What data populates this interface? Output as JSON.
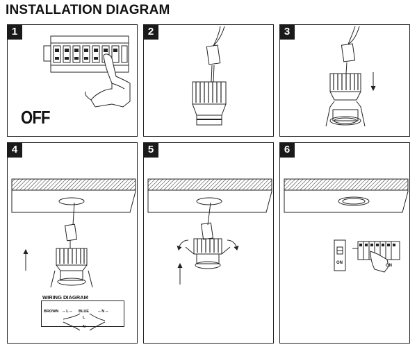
{
  "title": "INSTALLATION DIAGRAM",
  "steps": [
    {
      "number": "1",
      "caption": "OFF"
    },
    {
      "number": "2"
    },
    {
      "number": "3"
    },
    {
      "number": "4",
      "wiring": {
        "title": "WIRING DIAGRAM",
        "brown": "BROWN",
        "blue": "BLUE",
        "l_dash": "-- L --",
        "n_dash": "-- N --",
        "l": "L",
        "n": "N"
      }
    },
    {
      "number": "5"
    },
    {
      "number": "6",
      "switch_state": "ON",
      "breaker_state": "ON"
    }
  ]
}
